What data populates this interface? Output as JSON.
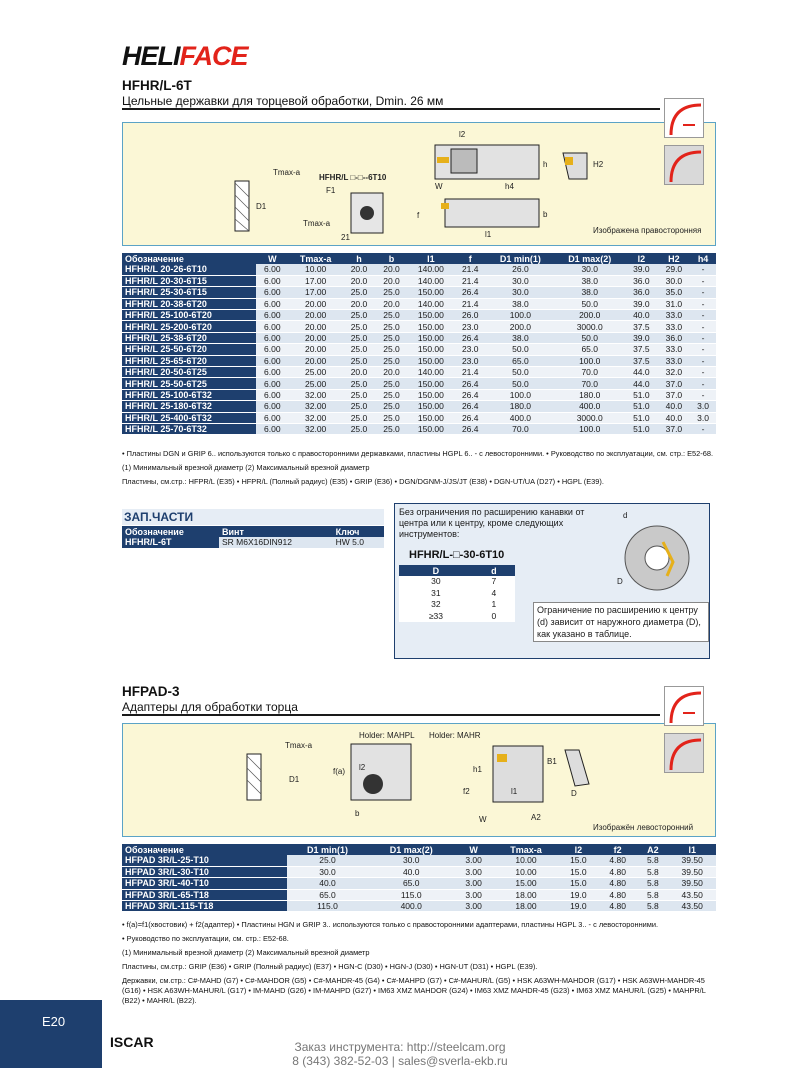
{
  "brand": {
    "heli": "HELI",
    "face": "FACE"
  },
  "section1": {
    "title": "HFHR/L-6T",
    "subtitle": "Цельные державки для торцевой обработки, Dmin. 26 мм",
    "fig_caption": "Изображена правосторонняя",
    "fig_code_prefix": "HFHR/L",
    "fig_code_suffix": "-6T10",
    "columns": [
      "Обозначение",
      "W",
      "Tmax-a",
      "h",
      "b",
      "l1",
      "f",
      "D1 min(1)",
      "D1 max(2)",
      "l2",
      "H2",
      "h4"
    ],
    "rows": [
      [
        "HFHR/L 20-26-6T10",
        "6.00",
        "10.00",
        "20.0",
        "20.0",
        "140.00",
        "21.4",
        "26.0",
        "30.0",
        "39.0",
        "29.0",
        "-"
      ],
      [
        "HFHR/L 20-30-6T15",
        "6.00",
        "17.00",
        "20.0",
        "20.0",
        "140.00",
        "21.4",
        "30.0",
        "38.0",
        "36.0",
        "30.0",
        "-"
      ],
      [
        "HFHR/L 25-30-6T15",
        "6.00",
        "17.00",
        "25.0",
        "25.0",
        "150.00",
        "26.4",
        "30.0",
        "38.0",
        "36.0",
        "35.0",
        "-"
      ],
      [
        "HFHR/L 20-38-6T20",
        "6.00",
        "20.00",
        "20.0",
        "20.0",
        "140.00",
        "21.4",
        "38.0",
        "50.0",
        "39.0",
        "31.0",
        "-"
      ],
      [
        "HFHR/L 25-100-6T20",
        "6.00",
        "20.00",
        "25.0",
        "25.0",
        "150.00",
        "26.0",
        "100.0",
        "200.0",
        "40.0",
        "33.0",
        "-"
      ],
      [
        "HFHR/L 25-200-6T20",
        "6.00",
        "20.00",
        "25.0",
        "25.0",
        "150.00",
        "23.0",
        "200.0",
        "3000.0",
        "37.5",
        "33.0",
        "-"
      ],
      [
        "HFHR/L 25-38-6T20",
        "6.00",
        "20.00",
        "25.0",
        "25.0",
        "150.00",
        "26.4",
        "38.0",
        "50.0",
        "39.0",
        "36.0",
        "-"
      ],
      [
        "HFHR/L 25-50-6T20",
        "6.00",
        "20.00",
        "25.0",
        "25.0",
        "150.00",
        "23.0",
        "50.0",
        "65.0",
        "37.5",
        "33.0",
        "-"
      ],
      [
        "HFHR/L 25-65-6T20",
        "6.00",
        "20.00",
        "25.0",
        "25.0",
        "150.00",
        "23.0",
        "65.0",
        "100.0",
        "37.5",
        "33.0",
        "-"
      ],
      [
        "HFHR/L 20-50-6T25",
        "6.00",
        "25.00",
        "20.0",
        "20.0",
        "140.00",
        "21.4",
        "50.0",
        "70.0",
        "44.0",
        "32.0",
        "-"
      ],
      [
        "HFHR/L 25-50-6T25",
        "6.00",
        "25.00",
        "25.0",
        "25.0",
        "150.00",
        "26.4",
        "50.0",
        "70.0",
        "44.0",
        "37.0",
        "-"
      ],
      [
        "HFHR/L 25-100-6T32",
        "6.00",
        "32.00",
        "25.0",
        "25.0",
        "150.00",
        "26.4",
        "100.0",
        "180.0",
        "51.0",
        "37.0",
        "-"
      ],
      [
        "HFHR/L 25-180-6T32",
        "6.00",
        "32.00",
        "25.0",
        "25.0",
        "150.00",
        "26.4",
        "180.0",
        "400.0",
        "51.0",
        "40.0",
        "3.0"
      ],
      [
        "HFHR/L 25-400-6T32",
        "6.00",
        "32.00",
        "25.0",
        "25.0",
        "150.00",
        "26.4",
        "400.0",
        "3000.0",
        "51.0",
        "40.0",
        "3.0"
      ],
      [
        "HFHR/L 25-70-6T32",
        "6.00",
        "32.00",
        "25.0",
        "25.0",
        "150.00",
        "26.4",
        "70.0",
        "100.0",
        "51.0",
        "37.0",
        "-"
      ]
    ],
    "notes": [
      "• Пластины DGN и GRIP 6.. используются только с правосторонними державками, пластины HGPL 6.. - с левосторонними. • Руководство по эксплуатации, см. стр.: E52-68.",
      "(1) Минимальный врезной диаметр (2) Максимальный врезной диаметр",
      "Пластины, см.стр.: HFPR/L (E35) • HFPR/L (Полный радиус) (E35) • GRIP (E36) • DGN/DGNM-J/JS/JT (E38) • DGN-UT/UA (D27) • HGPL (E39)."
    ]
  },
  "spare_parts": {
    "title": "ЗАП.ЧАСТИ",
    "columns": [
      "Обозначение",
      "Винт",
      "Ключ"
    ],
    "row": [
      "HFHR/L-6T",
      "SR M6X16DIN912",
      "HW 5.0"
    ]
  },
  "limit_box": {
    "intro": "Без ограничения по расширению канавки от центра или к центру, кроме следующих инструментов:",
    "tool": "HFHR/L-□-30-6T10",
    "columns": [
      "D",
      "d"
    ],
    "rows": [
      [
        "30",
        "7"
      ],
      [
        "31",
        "4"
      ],
      [
        "32",
        "1"
      ],
      [
        "≥33",
        "0"
      ]
    ],
    "note": "Ограничение по расширению к центру (d) зависит от наружного диаметра (D), как указано в таблице."
  },
  "section2": {
    "title": "HFPAD-3",
    "subtitle": "Адаптеры для обработки торца",
    "holder_left": "Holder: MAHPL",
    "holder_right": "Holder: MAHR",
    "fig_caption": "Изображён левосторонний",
    "columns": [
      "Обозначение",
      "D1 min(1)",
      "D1 max(2)",
      "W",
      "Tmax-a",
      "l2",
      "f2",
      "A2",
      "l1"
    ],
    "rows": [
      [
        "HFPAD 3R/L-25-T10",
        "25.0",
        "30.0",
        "3.00",
        "10.00",
        "15.0",
        "4.80",
        "5.8",
        "39.50"
      ],
      [
        "HFPAD 3R/L-30-T10",
        "30.0",
        "40.0",
        "3.00",
        "10.00",
        "15.0",
        "4.80",
        "5.8",
        "39.50"
      ],
      [
        "HFPAD 3R/L-40-T10",
        "40.0",
        "65.0",
        "3.00",
        "15.00",
        "15.0",
        "4.80",
        "5.8",
        "39.50"
      ],
      [
        "HFPAD 3R/L-65-T18",
        "65.0",
        "115.0",
        "3.00",
        "18.00",
        "19.0",
        "4.80",
        "5.8",
        "43.50"
      ],
      [
        "HFPAD 3R/L-115-T18",
        "115.0",
        "400.0",
        "3.00",
        "18.00",
        "19.0",
        "4.80",
        "5.8",
        "43.50"
      ]
    ],
    "notes": [
      "• f(a)=f1(хвостовик) + f2(адаптер) • Пластины HGN и GRIP 3.. используются только с правосторонними адаптерами, пластины HGPL 3.. - с левосторонними.",
      "• Руководство по эксплуатации, см. стр.: E52-68.",
      "(1) Минимальный врезной диаметр (2) Максимальный врезной диаметр",
      "Пластины, см.стр.: GRIP (E36) • GRIP (Полный радиус) (E37) • HGN-C (D30) • HGN-J (D30) • HGN-UT (D31) • HGPL (E39).",
      "Державки, см.стр.: C#-MAHD (G7) • C#-MAHDOR (G5) • C#-MAHDR-45 (G4) • C#-MAHPD (G7) • C#-MAHUR/L (G5) • HSK A63WH-MAHDOR (G17) • HSK A63WH-MAHDR-45 (G16) • HSK A63WH-MAHUR/L (G17) • IM-MAHD (G26) • IM-MAHPD (G27) • IM63 XMZ MAHDOR (G24) • IM63 XMZ MAHDR-45 (G23) • IM63 XMZ MAHUR/L (G25) • MAHPR/L (B22) • MAHR/L (B22)."
    ]
  },
  "page": {
    "number": "E20",
    "brand": "ISCAR"
  },
  "footer": {
    "line1": "Заказ инструмента: http://steelcam.org",
    "line2": "8 (343) 382-52-03 | sales@sverla-ekb.ru"
  },
  "colors": {
    "header_blue": "#1e3f6e",
    "figure_bg": "#fbf7d6",
    "brand_red": "#e2231a"
  }
}
